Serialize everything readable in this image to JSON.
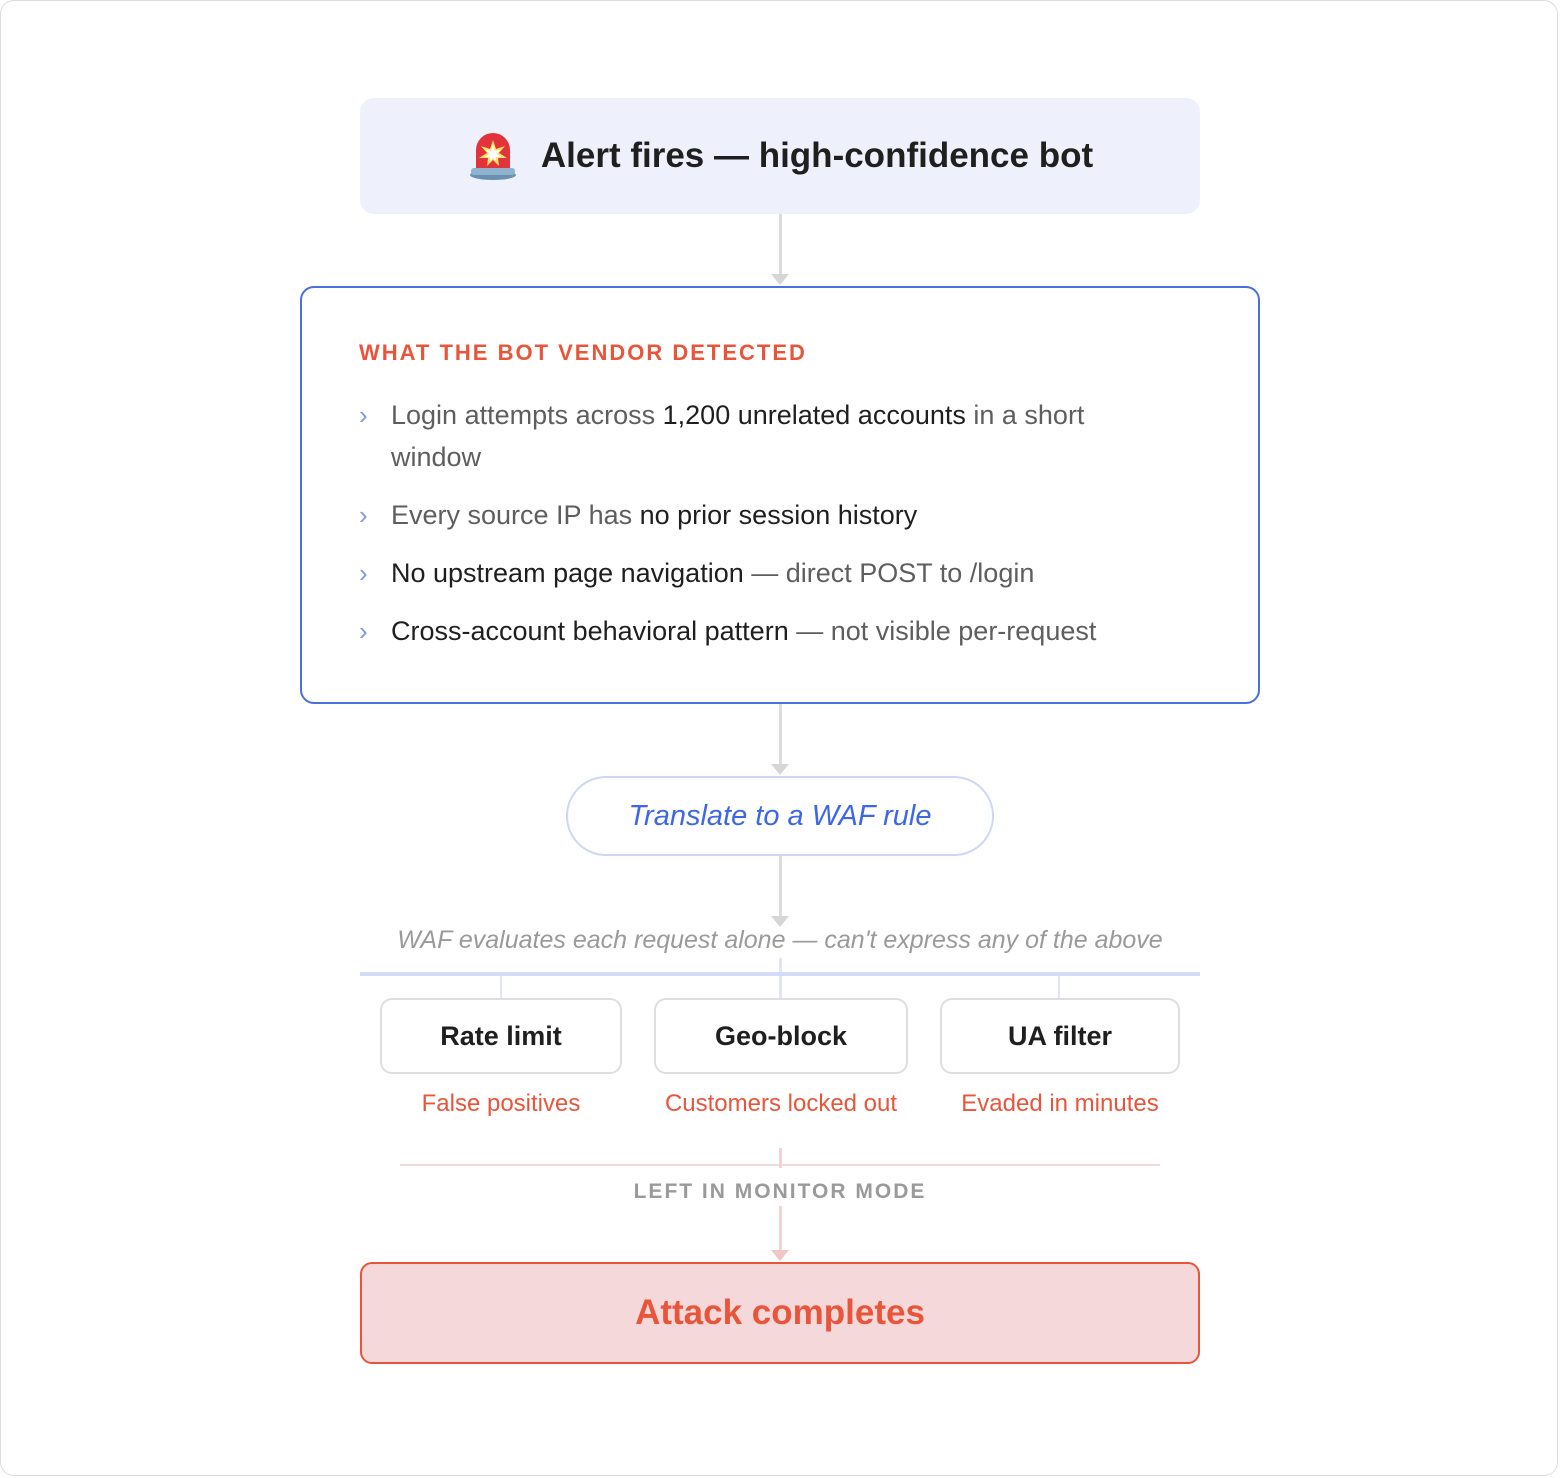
{
  "alert": {
    "icon": "siren-icon",
    "title": "Alert fires — high-confidence bot"
  },
  "detected": {
    "heading": "WHAT THE BOT VENDOR DETECTED",
    "items": [
      {
        "pre": "Login attempts across ",
        "strong": "1,200 unrelated accounts",
        "post": " in a short window"
      },
      {
        "pre": "Every source IP has ",
        "strong": "no prior session history",
        "post": ""
      },
      {
        "pre": "",
        "strong": "No upstream page navigation",
        "post": " — direct POST to /login"
      },
      {
        "pre": "",
        "strong": "Cross-account behavioral pattern",
        "post": " — not visible per-request"
      }
    ]
  },
  "translate": {
    "label": "Translate to a WAF rule"
  },
  "waf": {
    "note": "WAF evaluates each request alone — can't express any of the above",
    "options": [
      {
        "label": "Rate limit",
        "result": "False positives"
      },
      {
        "label": "Geo-block",
        "result": "Customers locked out"
      },
      {
        "label": "UA filter",
        "result": "Evaded in minutes"
      }
    ]
  },
  "monitor": {
    "label": "LEFT IN MONITOR MODE"
  },
  "outcome": {
    "label": "Attack completes"
  },
  "colors": {
    "accent_red": "#e8553a",
    "accent_blue": "#4a6fe0",
    "alert_bg": "#eef0fb",
    "outcome_bg": "#f5d8d9"
  }
}
